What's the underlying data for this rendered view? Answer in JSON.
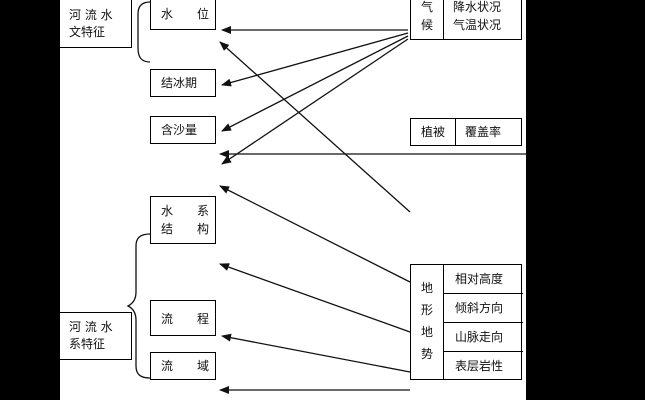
{
  "left_group1": {
    "label_line1": "河 流 水",
    "label_line2": "文特征"
  },
  "left_group2": {
    "label_line1": "河 流 水",
    "label_line2": "系特征"
  },
  "nodes": {
    "water_level": "水　　位",
    "freeze": "结冰期",
    "sediment": "含沙量",
    "structure_line1": "水　　系",
    "structure_line2": "结　　构",
    "course": "流　　程",
    "basin": "流　　域"
  },
  "climate": {
    "head_line1": "气",
    "head_line2": "候",
    "item1": "降水状况",
    "item2": "气温状况"
  },
  "vegetation": {
    "head": "植被",
    "item": "覆盖率"
  },
  "terrain": {
    "head": [
      "地",
      "形",
      "地",
      "势"
    ],
    "items": [
      "相对高度",
      "倾斜方向",
      "山脉走向",
      "表层岩性"
    ]
  },
  "colors": {
    "background": "#000000",
    "canvas": "#ffffff",
    "ink": "#111111"
  }
}
